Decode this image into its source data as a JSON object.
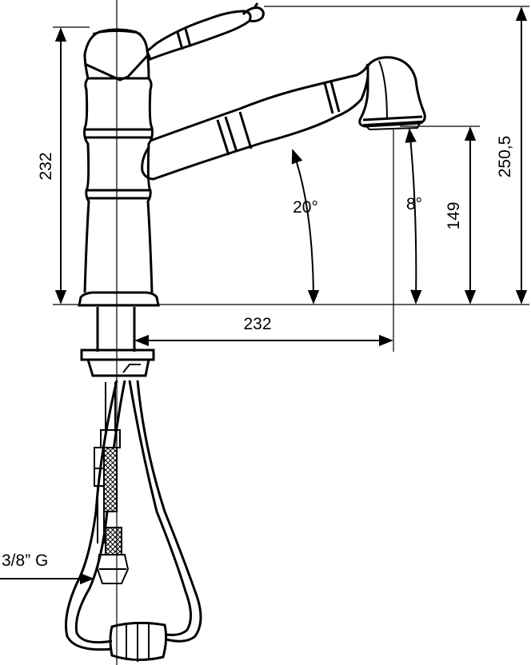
{
  "dimensions": {
    "spout_height_left": "232",
    "total_height": "250,5",
    "outlet_height": "149",
    "reach": "232",
    "spout_angle": "20°",
    "outlet_angle": "8°"
  },
  "connection_label": "3/8” G"
}
